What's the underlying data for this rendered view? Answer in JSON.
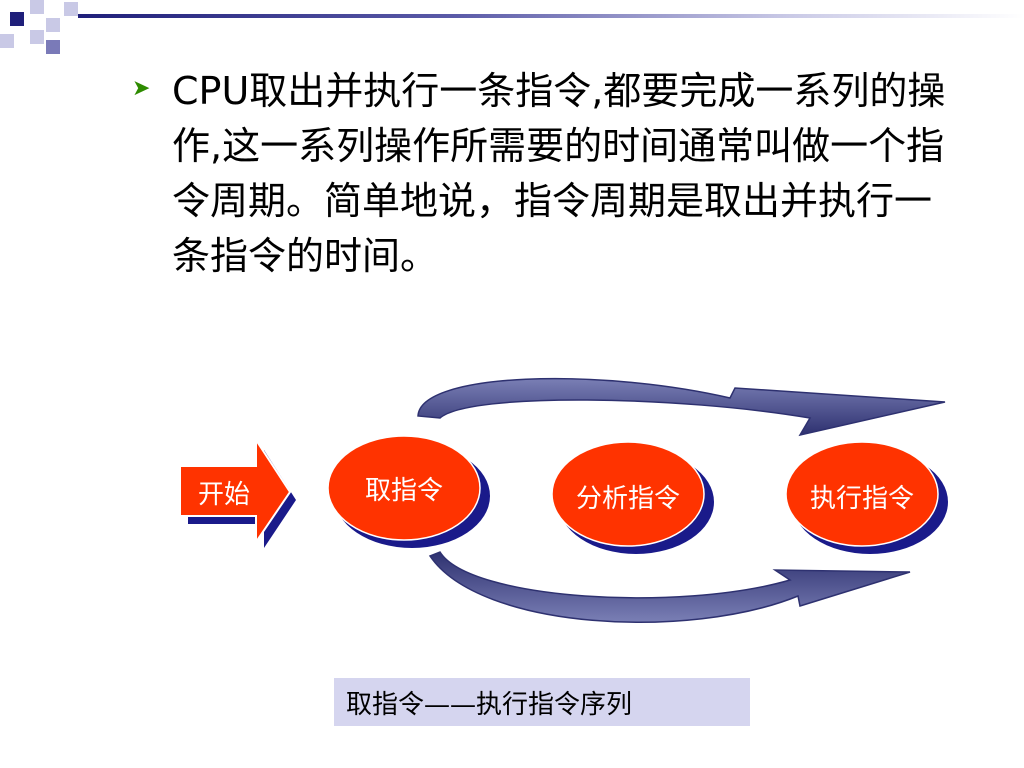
{
  "slide": {
    "bullet_text": "CPU取出并执行一条指令,都要完成一系列的操作,这一系列操作所需要的时间通常叫做一个指令周期。简单地说，指令周期是取出并执行一条指令的时间。",
    "diagram": {
      "start_label": "开始",
      "nodes": [
        "取指令",
        "分析指令",
        "执行指令"
      ]
    },
    "caption": "取指令——执行指令序列"
  },
  "colors": {
    "node_fill": "#ff3300",
    "node_shadow": "#1a1a8a",
    "arrow_fill": "#4a4f8a",
    "caption_bg": "#d5d5ef",
    "bullet": "#2e8b00"
  }
}
